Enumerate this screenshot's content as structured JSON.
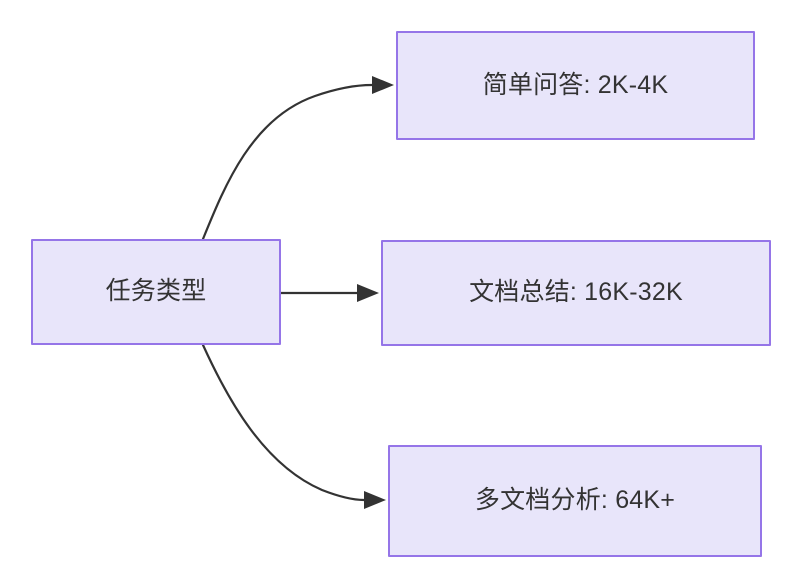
{
  "diagram": {
    "type": "flowchart",
    "direction": "left-to-right",
    "background_color": "#ffffff",
    "node_fill_color": "#e8e5fa",
    "node_border_color": "#9575e8",
    "node_text_color": "#333333",
    "edge_color": "#333333",
    "root": {
      "id": "root",
      "label": "任务类型"
    },
    "children": [
      {
        "id": "simple-qa",
        "label": "简单问答: 2K-4K",
        "task": "简单问答",
        "context_length": "2K-4K"
      },
      {
        "id": "doc-summary",
        "label": "文档总结: 16K-32K",
        "task": "文档总结",
        "context_length": "16K-32K"
      },
      {
        "id": "multi-doc",
        "label": "多文档分析: 64K+",
        "task": "多文档分析",
        "context_length": "64K+"
      }
    ],
    "edges": [
      {
        "from": "root",
        "to": "simple-qa",
        "label": "",
        "style": "curved-arrow"
      },
      {
        "from": "root",
        "to": "doc-summary",
        "label": "",
        "style": "straight-arrow"
      },
      {
        "from": "root",
        "to": "multi-doc",
        "label": "",
        "style": "curved-arrow"
      }
    ]
  }
}
